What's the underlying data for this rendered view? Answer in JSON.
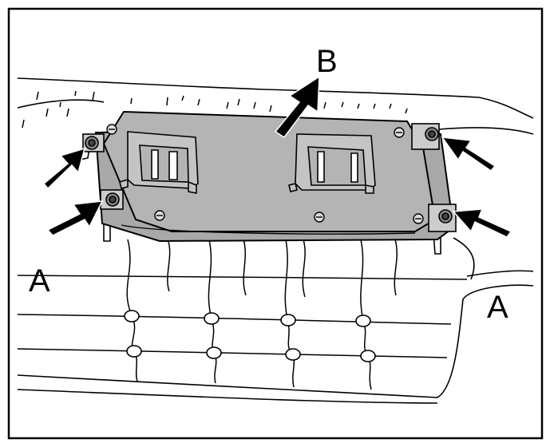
{
  "labels": {
    "left_a": "A",
    "right_a": "A",
    "b": "B"
  },
  "colors": {
    "cover": "#b4b4b4",
    "line": "#000000",
    "background": "#ffffff"
  }
}
